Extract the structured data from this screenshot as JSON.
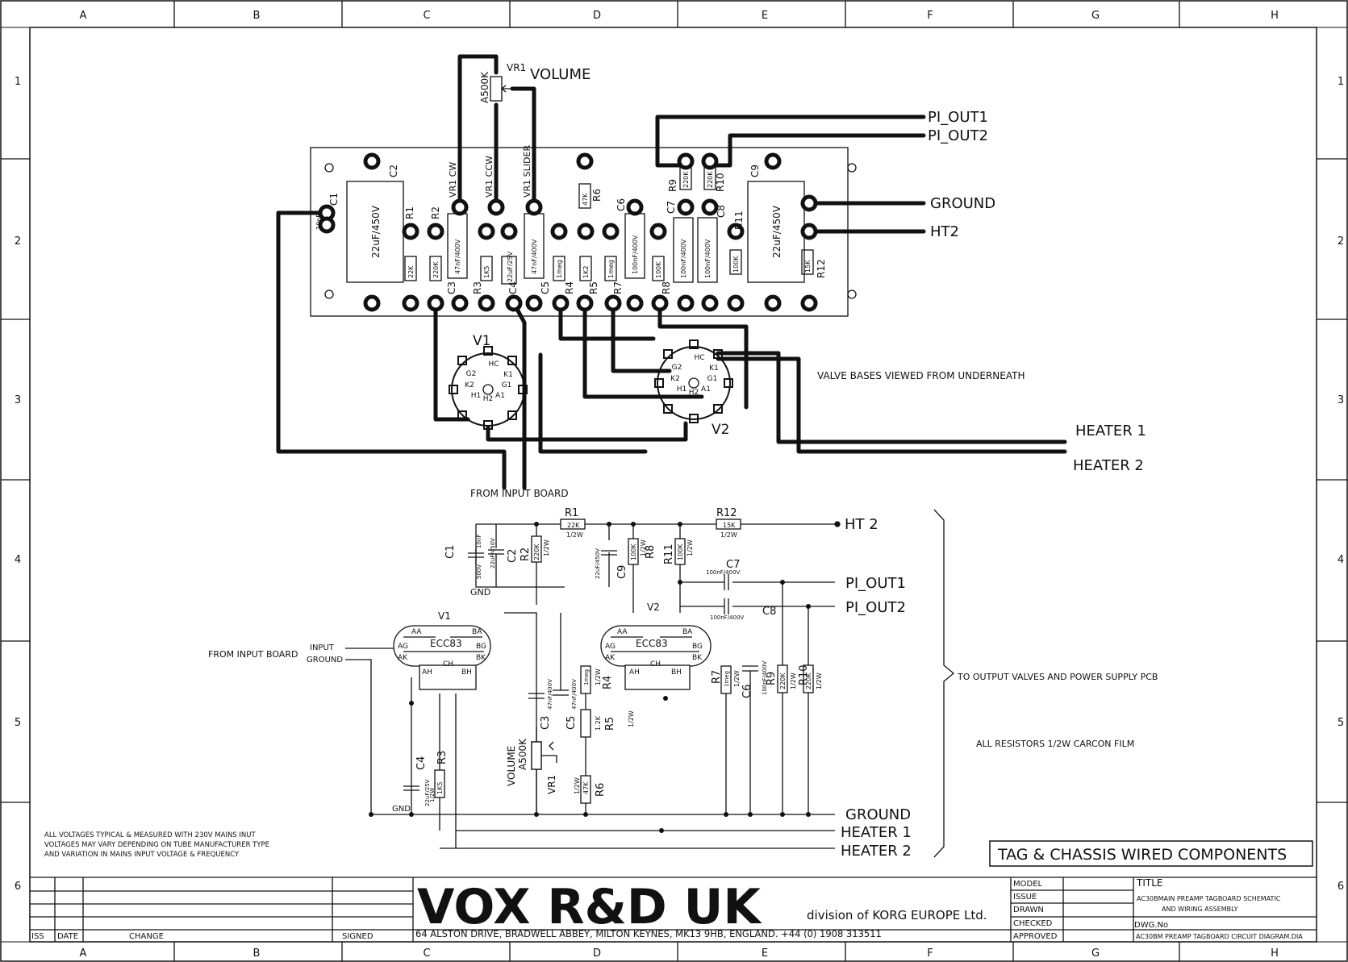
{
  "columns": [
    "A",
    "B",
    "C",
    "D",
    "E",
    "F",
    "G",
    "H"
  ],
  "rows": [
    "1",
    "2",
    "3",
    "4",
    "5",
    "6"
  ],
  "board": {
    "vr1_ref": "VR1",
    "vr1_label": "VOLUME",
    "vr1_value": "A500K",
    "pi_out1": "PI_OUT1",
    "pi_out2": "PI_OUT2",
    "ground": "GROUND",
    "ht2": "HT2",
    "valve_note": "VALVE BASES VIEWED FROM UNDERNEATH",
    "heater1": "HEATER 1",
    "heater2": "HEATER 2",
    "from_input": "FROM INPUT BOARD",
    "v1": "V1",
    "v2": "V2",
    "c1": "C1",
    "c1_val": "10nF",
    "c2": "C2",
    "c2_val": "22uF/450V",
    "c9": "C9",
    "c9_val": "22uF/450V",
    "r1": "R1",
    "r1_val": "22K",
    "r2": "R2",
    "r2_val": "220K",
    "c3": "C3",
    "c3_val": "47nF/400V",
    "r3": "R3",
    "r3_val": "1K5",
    "c4": "C4",
    "c4_val": "22uF/25V",
    "c5": "C5",
    "c5_val": "47nF/400V",
    "r4": "R4",
    "r4_val": "1meg",
    "r5": "R5",
    "r5_val": "1K2",
    "r6": "R6",
    "r6_val": "47K",
    "r7": "R7",
    "r7_val": "1meg",
    "c6": "C6",
    "c6_val": "100nF/400V",
    "r8": "R8",
    "r8_val": "100K",
    "c7": "C7",
    "c7_val": "100nF/400V",
    "c8": "C8",
    "c8_val": "100nF/400V",
    "r9": "R9",
    "r9_val": "220K",
    "r10": "R10",
    "r10_val": "220K",
    "r11": "R11",
    "r11_val": "100K",
    "r12": "R12",
    "r12_val": "15K",
    "vr1_cw": "VR1 CW",
    "vr1_ccw": "VR1 CCW",
    "vr1_slider": "VR1 SLIDER"
  },
  "schematic": {
    "r1": "R1",
    "r1_val": "22K",
    "r1_watt": "1/2W",
    "r12": "R12",
    "r12_val": "15K",
    "r12_watt": "1/2W",
    "ht2": "HT 2",
    "c1": "C1",
    "c1_val": "10nF",
    "c1_volt": "500V",
    "c2": "C2",
    "c2_val": "22uF/450V",
    "r2": "R2",
    "r2_val": "220K",
    "r2_watt": "1/2W",
    "c9": "C9",
    "c9_val": "22uF/450V",
    "r8": "R8",
    "r8_val": "100K",
    "r8_watt": "1/2W",
    "r11": "R11",
    "r11_val": "100K",
    "r11_watt": "1/2W",
    "c7": "C7",
    "c7_val": "100nF/400V",
    "c8": "C8",
    "c8_val": "100nF/400V",
    "gnd": "GND",
    "pi_out1": "PI_OUT1",
    "pi_out2": "PI_OUT2",
    "v1": "V1",
    "v2": "V2",
    "tube": "ECC83",
    "aa": "AA",
    "ba": "BA",
    "ag": "AG",
    "bg": "BG",
    "ak": "AK",
    "bk": "BK",
    "ah": "AH",
    "bh": "BH",
    "ch": "CH",
    "from_input": "FROM INPUT BOARD",
    "input": "INPUT",
    "ground_in": "GROUND",
    "c3": "C3",
    "c3_val": "47nF/400V",
    "c5": "C5",
    "c5_val": "47nF/400V",
    "r4": "R4",
    "r4_val": "1meg",
    "r4_watt": "1/2W",
    "r5": "R5",
    "r5_val": "1.2K",
    "r5_watt": "1/2W",
    "r6": "R6",
    "r6_val": "47K",
    "r6_watt": "1/2W",
    "r7": "R7",
    "r7_val": "1meg",
    "r7_watt": "1/2W",
    "c6": "C6",
    "c6_val": "100nF/400V",
    "r9": "R9",
    "r9_val": "220K",
    "r9_watt": "1/2W",
    "r10": "R10",
    "r10_val": "220K",
    "r10_watt": "1/2W",
    "c4": "C4",
    "c4_val": "22uF/25V",
    "r3": "R3",
    "r3_val": "1K5",
    "r3_watt": "1/2W",
    "volume": "VOLUME",
    "vr1_val": "A500K",
    "vr1": "VR1",
    "gnd2": "GND",
    "ground": "GROUND",
    "heater1": "HEATER 1",
    "heater2": "HEATER 2",
    "to_output": "TO OUTPUT VALVES AND POWER SUPPLY PCB",
    "resistor_note": "ALL RESISTORS 1/2W CARCON FILM"
  },
  "notes": {
    "line1": "ALL VOLTAGES TYPICAL & MEASURED WITH 230V MAINS INUT",
    "line2": "VOLTAGES MAY VARY DEPENDING ON TUBE MANUFACTURER TYPE",
    "line3": "AND VARIATION IN MAINS INPUT VOLTAGE & FREQUENCY"
  },
  "tag_box": "TAG & CHASSIS WIRED COMPONENTS",
  "titleblock": {
    "iss": "ISS",
    "date": "DATE",
    "change": "CHANGE",
    "signed": "SIGNED",
    "company": "VOX R&D UK",
    "division": "division of KORG EUROPE Ltd.",
    "address": "64 ALSTON DRIVE, BRADWELL ABBEY, MILTON KEYNES, MK13 9HB, ENGLAND. +44 (0) 1908 313511",
    "model": "MODEL",
    "issue": "ISSUE",
    "drawn": "DRAWN",
    "checked": "CHECKED",
    "approved": "APPROVED",
    "title_label": "TITLE",
    "title_line1": "AC30BMAIN PREAMP TAGBOARD SCHEMATIC",
    "title_line2": "AND WIRING ASSEMBLY",
    "dwg_label": "DWG.No",
    "dwg_value": "AC30BM PREAMP TAGBOARD CIRCUIT DIAGRAM.DIA"
  }
}
